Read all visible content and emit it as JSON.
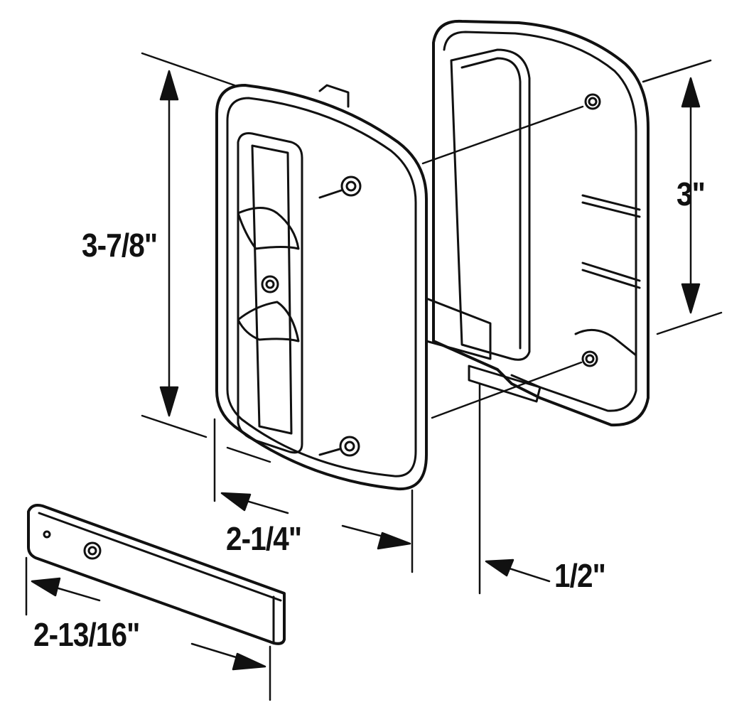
{
  "diagram": {
    "subject": "Sliding door handle set with latch bar",
    "line_color": "#111111",
    "background": "#ffffff",
    "parts": [
      {
        "name": "inside-handle",
        "description": "Handle with finger pull and thumb latch"
      },
      {
        "name": "outside-pull",
        "description": "Outside pull plate with mounting holes"
      },
      {
        "name": "latch-bar",
        "description": "Flat latch bar with screw hole"
      }
    ],
    "dimensions": {
      "handle_height": "3-7/8\"",
      "hole_spacing": "3\"",
      "handle_width": "2-1/4\"",
      "depth": "1/2\"",
      "bar_length": "2-13/16\""
    }
  }
}
